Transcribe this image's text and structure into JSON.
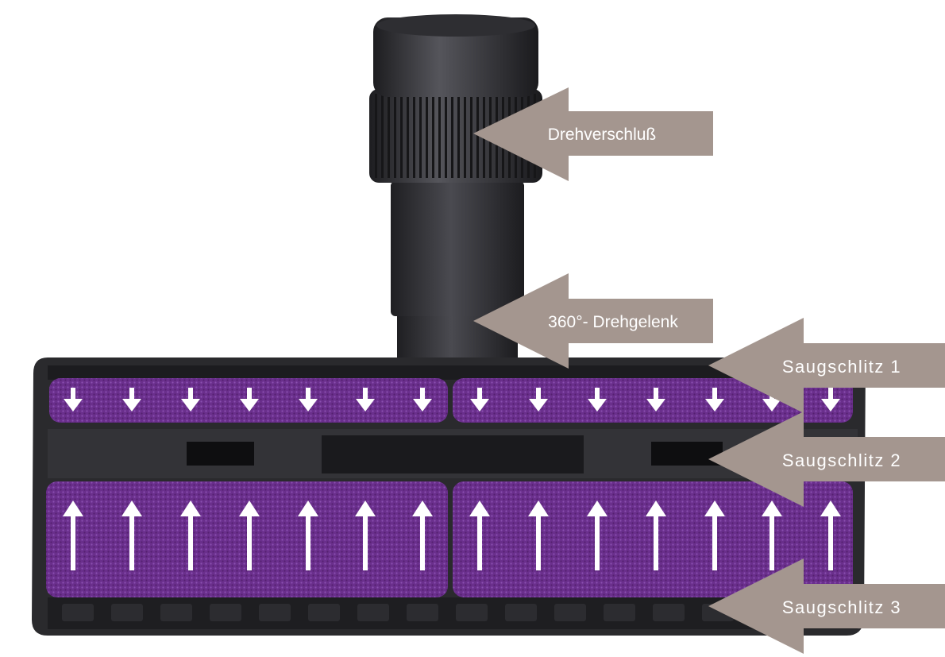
{
  "product": {
    "body_color": "#2a2a2d",
    "pad_color": "#6a2f8c",
    "arrow_color": "#ffffff"
  },
  "callouts": {
    "color": "#a4968f",
    "items": [
      {
        "id": "drehverschluss",
        "label": "Drehverschluß"
      },
      {
        "id": "drehgelenk",
        "label": "360°- Drehgelenk"
      },
      {
        "id": "saugschlitz-1",
        "label": "Saugschlitz 1"
      },
      {
        "id": "saugschlitz-2",
        "label": "Saugschlitz 2"
      },
      {
        "id": "saugschlitz-3",
        "label": "Saugschlitz 3"
      }
    ]
  },
  "flow_arrows": {
    "top_row": {
      "direction": "down",
      "count": 14
    },
    "bottom_row": {
      "direction": "up",
      "count": 14
    }
  }
}
